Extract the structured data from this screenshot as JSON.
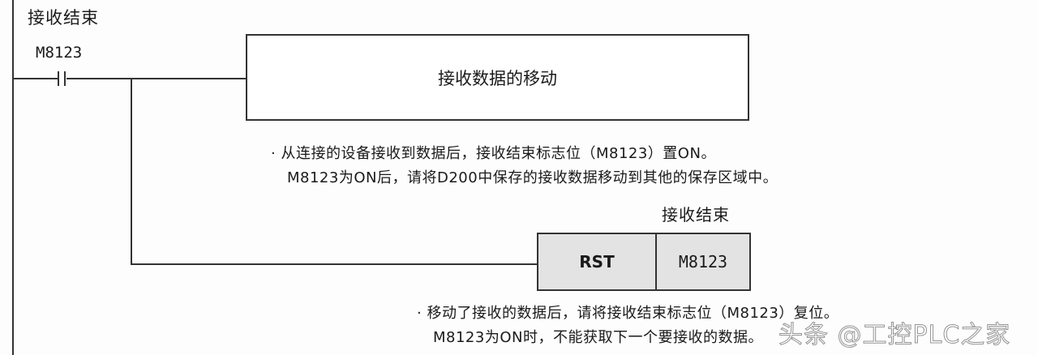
{
  "diagram": {
    "type": "ladder-logic",
    "rung_title": "接收结束",
    "contact": {
      "type": "normally-open",
      "label": "M8123"
    },
    "instruction_box": {
      "label": "接收数据的移动"
    },
    "note1": {
      "bullet": "·",
      "line1": "从连接的设备接收到数据后，接收结束标志位（M8123）置ON。",
      "line2": "M8123为ON后，请将D200中保存的接收数据移动到其他的保存区域中。"
    },
    "coil": {
      "label": "接收结束",
      "instruction": "RST",
      "operand": "M8123"
    },
    "note2": {
      "bullet": "·",
      "line1": "移动了接收的数据后，请将接收结束标志位（M8123）复位。",
      "line2": "M8123为ON时，不能获取下一个要接收的数据。"
    }
  },
  "watermark": "头条 @工控PLC之家",
  "colors": {
    "line": "#333333",
    "rst_fill": "#e3e3e3",
    "background": "#fdfdfd"
  }
}
